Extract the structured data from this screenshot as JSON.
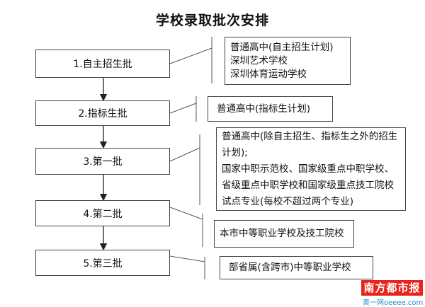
{
  "title": "学校录取批次安排",
  "batches": [
    {
      "label": "1.自主招生批",
      "schools": [
        "普通高中(自主招生计划)",
        "深圳艺术学校",
        "深圳体育运动学校"
      ]
    },
    {
      "label": "2.指标生批",
      "schools": [
        "普通高中(指标生计划)"
      ]
    },
    {
      "label": "3.第一批",
      "schools": [
        "普通高中(除自主招生、指标生之外的招生计划);",
        "国家中职示范校、国家级重点中职学校、省级重点中职学校和国家级重点技工院校试点专业(每校不超过两个专业)"
      ]
    },
    {
      "label": "4.第二批",
      "schools": [
        "本市中等职业学校及技工院校"
      ]
    },
    {
      "label": "5.第三批",
      "schools": [
        "部省属(含跨市)中等职业学校"
      ]
    }
  ],
  "watermark": {
    "name": "南方都市报",
    "site": "奥一网oeeee.com"
  },
  "colors": {
    "watermark_red": "#e8251b",
    "line": "#444444"
  }
}
